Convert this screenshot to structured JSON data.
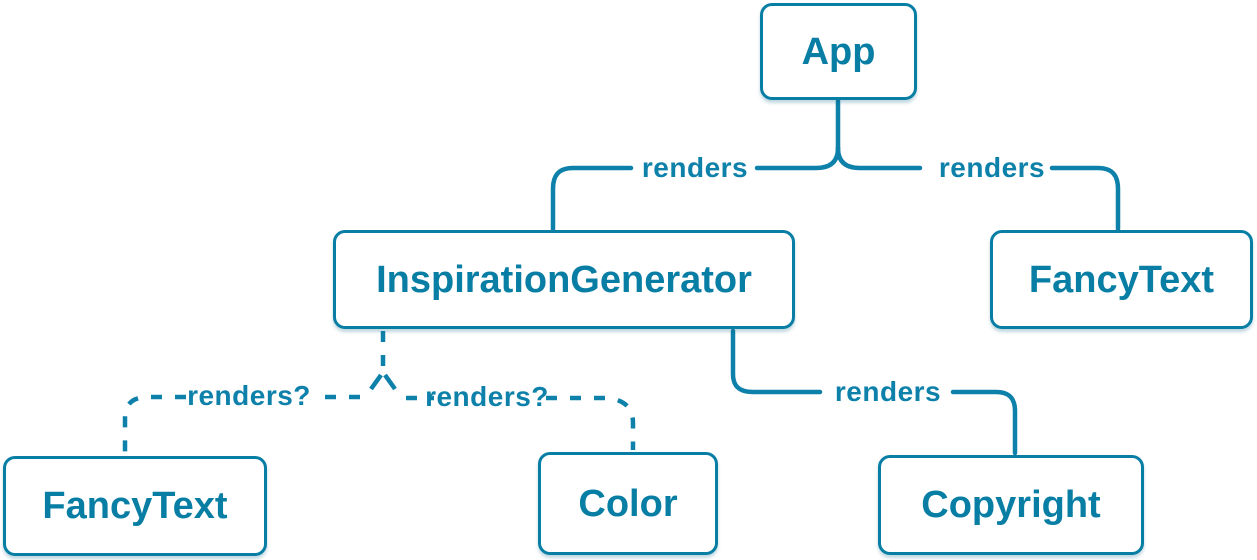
{
  "colors": {
    "node_border": "#087ea4",
    "node_text": "#087ea4",
    "node_background": "#ffffff",
    "edge_stroke": "#0e81aa",
    "edge_label": "#0e81aa",
    "background": "#ffffff"
  },
  "nodes": [
    {
      "id": "app",
      "label": "App"
    },
    {
      "id": "inspiration-generator",
      "label": "InspirationGenerator"
    },
    {
      "id": "fancy-text-top",
      "label": "FancyText"
    },
    {
      "id": "fancy-text-bottom",
      "label": "FancyText"
    },
    {
      "id": "color",
      "label": "Color"
    },
    {
      "id": "copyright",
      "label": "Copyright"
    }
  ],
  "edges": [
    {
      "from": "App",
      "to": "InspirationGenerator",
      "label": "renders",
      "style": "solid"
    },
    {
      "from": "App",
      "to": "FancyText",
      "label": "renders",
      "style": "solid"
    },
    {
      "from": "InspirationGenerator",
      "to": "Copyright",
      "label": "renders",
      "style": "solid"
    },
    {
      "from": "InspirationGenerator",
      "to": "FancyText",
      "label": "renders?",
      "style": "dashed"
    },
    {
      "from": "InspirationGenerator",
      "to": "Color",
      "label": "renders?",
      "style": "dashed"
    }
  ]
}
